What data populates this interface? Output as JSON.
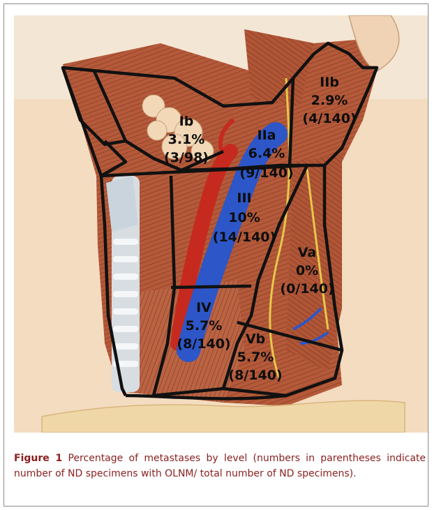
{
  "caption": {
    "figure_label": "Figure 1",
    "text": "Percentage of metastases by level (numbers in parentheses indicate number of ND specimens with OLNM/ total number of ND specimens)."
  },
  "levels": [
    {
      "name": "Ib",
      "percent": "3.1%",
      "counts": "(3/98)"
    },
    {
      "name": "IIa",
      "percent": "6.4%",
      "counts": "(9/140)"
    },
    {
      "name": "IIb",
      "percent": "2.9%",
      "counts": "(4/140)"
    },
    {
      "name": "III",
      "percent": "10%",
      "counts": "(14/140)"
    },
    {
      "name": "Va",
      "percent": "0%",
      "counts": "(0/140)"
    },
    {
      "name": "IV",
      "percent": "5.7%",
      "counts": "(8/140)"
    },
    {
      "name": "Vb",
      "percent": "5.7%",
      "counts": "(8/140)"
    }
  ],
  "colors": {
    "muscle": "#b45a3a",
    "muscle_dark": "#8e3e26",
    "skin": "#f3dcc0",
    "artery": "#c62a1e",
    "vein": "#2d56c8",
    "nerve": "#e6c84a",
    "outline": "#111111",
    "caption_text": "#8a1f1f"
  }
}
